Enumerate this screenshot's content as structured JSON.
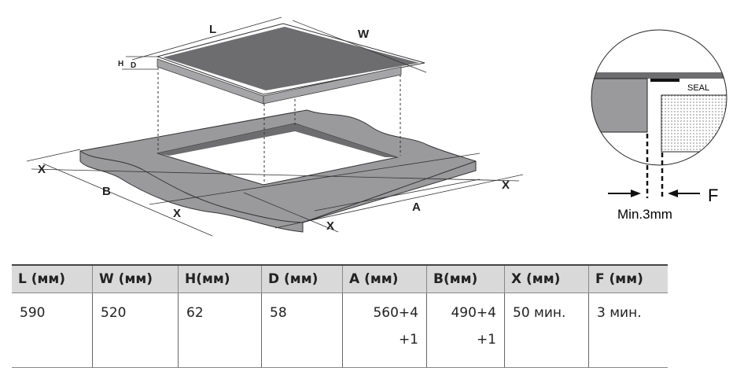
{
  "diagram": {
    "labels": {
      "L": "L",
      "W": "W",
      "H": "H",
      "D": "D",
      "A": "A",
      "B": "B",
      "X": "X"
    },
    "detail": {
      "seal": "SEAL",
      "f": "F",
      "min_gap": "Min.3mm"
    }
  },
  "table": {
    "headers": [
      "L (мм)",
      "W (мм)",
      "H(мм)",
      "D (мм)",
      "A (мм)",
      "B(мм)",
      "X (мм)",
      "F (мм)"
    ],
    "row": [
      "590",
      "520",
      "62",
      "58",
      "560+4",
      "490+4",
      "50 мин.",
      "3 мин."
    ],
    "tolerance": {
      "A": "+1",
      "B": "+1"
    }
  }
}
